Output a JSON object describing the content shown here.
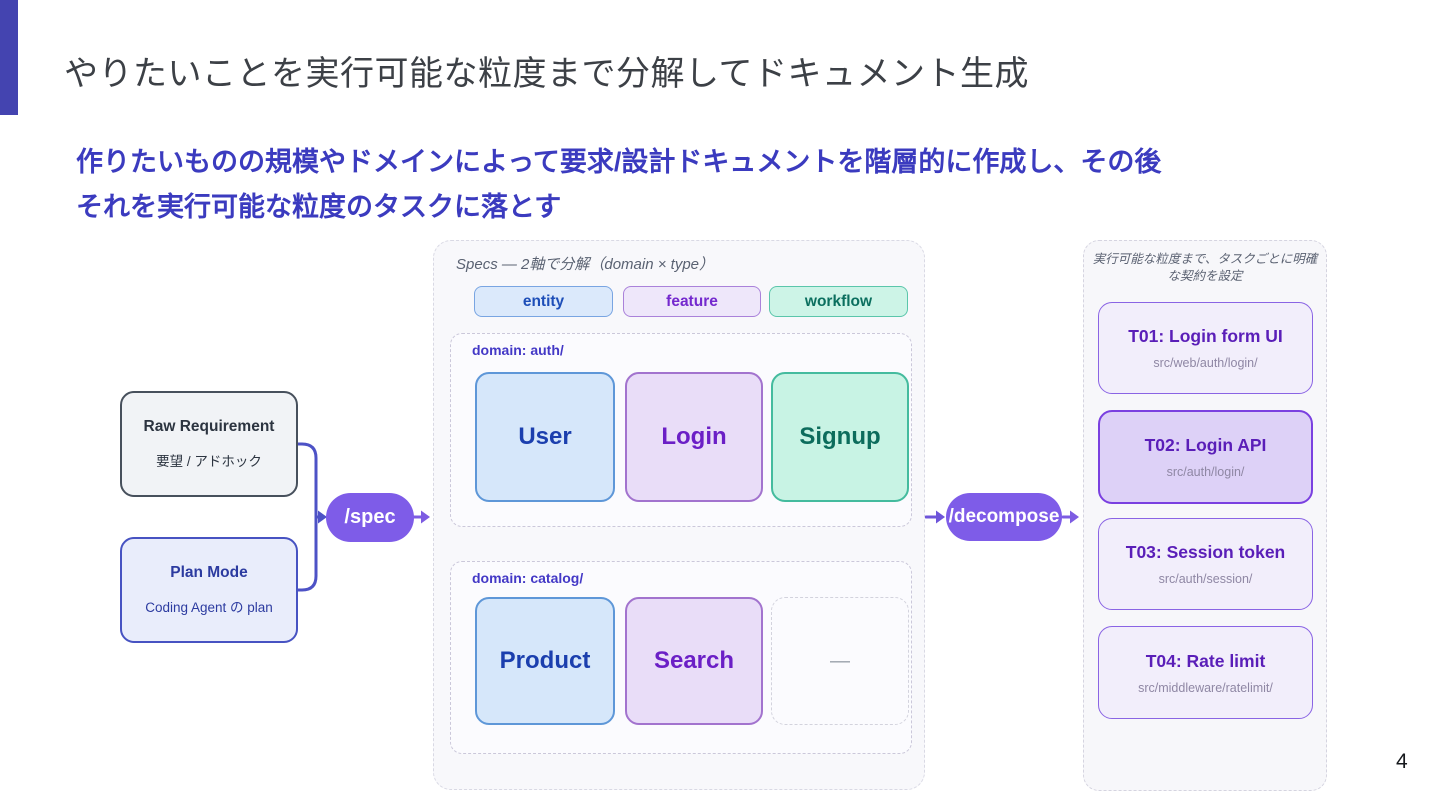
{
  "slide": {
    "page_number": "4"
  },
  "header": {
    "title": "やりたいことを実行可能な粒度まで分解してドキュメント生成",
    "subtitle_line1": "作りたいものの規模やドメインによって要求/設計ドキュメントを階層的に作成し、その後",
    "subtitle_line2": "それを実行可能な粒度のタスクに落とす"
  },
  "inputs": {
    "raw_requirement": {
      "title": "Raw Requirement",
      "subtitle": "要望 / アドホック"
    },
    "plan_mode": {
      "title": "Plan Mode",
      "subtitle": "Coding Agent の plan"
    }
  },
  "commands": {
    "spec": "/spec",
    "decompose": "/decompose"
  },
  "specs_panel": {
    "header": "Specs — 2軸で分解（domain × type）",
    "type_tags": [
      {
        "label": "entity"
      },
      {
        "label": "feature"
      },
      {
        "label": "workflow"
      }
    ],
    "groups": [
      {
        "label": "domain: auth/",
        "cards": [
          {
            "label": "User"
          },
          {
            "label": "Login"
          },
          {
            "label": "Signup"
          }
        ]
      },
      {
        "label": "domain: catalog/",
        "cards": [
          {
            "label": "Product"
          },
          {
            "label": "Search"
          },
          {
            "label": "—"
          }
        ]
      }
    ]
  },
  "tasks_panel": {
    "header_line1": "実行可能な粒度まで、タスクごとに明確",
    "header_line2": "な契約を設定",
    "tasks": [
      {
        "title": "T01: Login form UI",
        "path": "src/web/auth/login/"
      },
      {
        "title": "T02: Login API",
        "path": "src/auth/login/",
        "highlighted": true
      },
      {
        "title": "T03: Session token",
        "path": "src/auth/session/"
      },
      {
        "title": "T04: Rate limit",
        "path": "src/middleware/ratelimit/"
      }
    ]
  },
  "colors": {
    "accent_bar": "#4444b0",
    "subtitle_text": "#3b3bbf",
    "command_pill": "#7e5ce8",
    "entity_blue": "#1d4eb8",
    "feature_purple": "#7429ce",
    "workflow_teal": "#0b6f5f",
    "task_title_purple": "#5a1eb8",
    "connector_indigo": "#4d52c6"
  }
}
